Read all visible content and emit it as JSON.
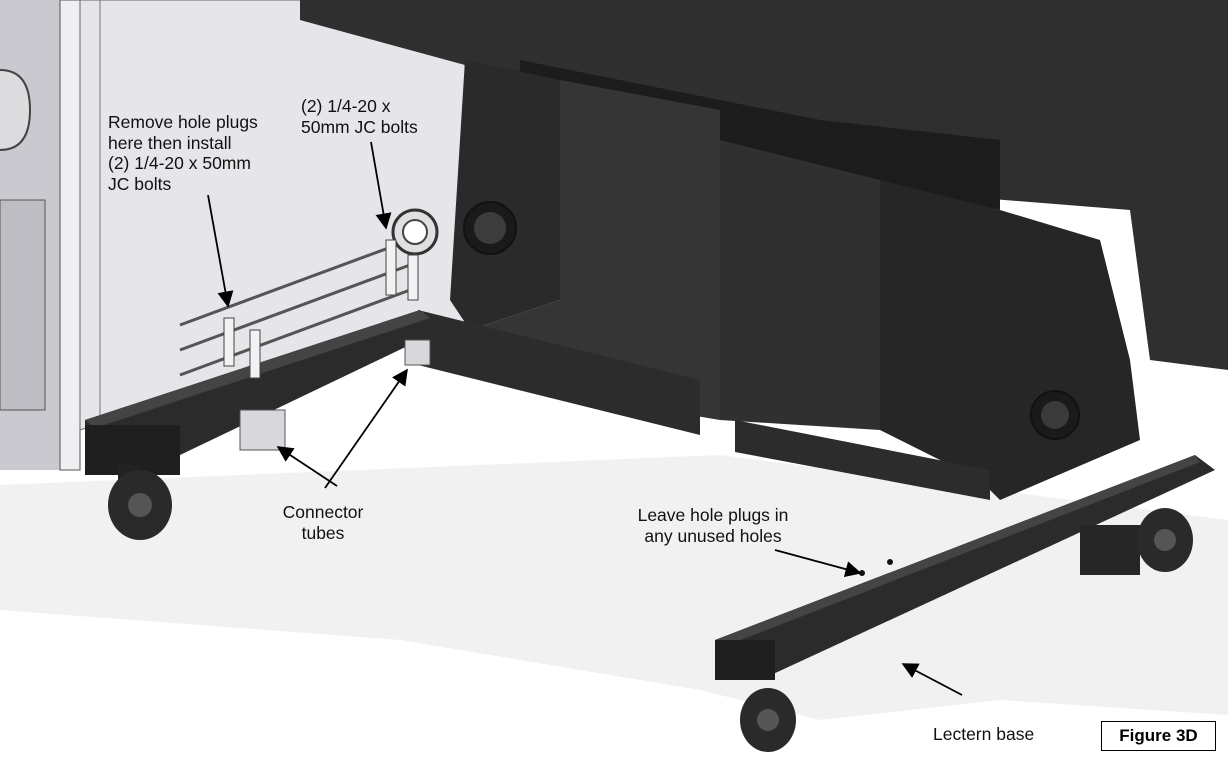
{
  "labels": {
    "remove_plugs": "Remove hole plugs\nhere then install\n(2) 1/4-20 x 50mm\nJC bolts",
    "bolts_right": "(2) 1/4-20 x\n50mm JC bolts",
    "connector_tubes": "Connector\ntubes",
    "leave_plugs": "Leave hole plugs in\nany unused holes",
    "lectern_base": "Lectern base"
  },
  "figure_caption": "Figure 3D",
  "colors": {
    "frame_dark": "#2b2b2b",
    "frame_mid": "#3a3a3a",
    "panel_light": "#e6e6ea",
    "bolt": "#f2f2f2",
    "shadow": "#f1f1f1"
  }
}
